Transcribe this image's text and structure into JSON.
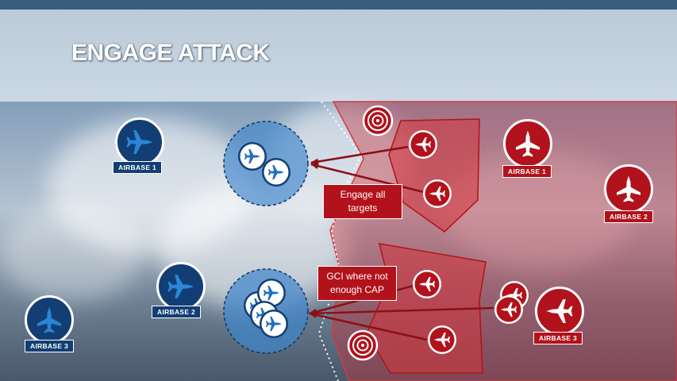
{
  "title": "ENGAGE ATTACK",
  "colors": {
    "blue_dark": "#123e73",
    "blue_zone": "#3f86cc",
    "red": "#b2121b",
    "red_zone": "#d4343c",
    "white": "#ffffff"
  },
  "icons": {
    "aircraft": "fighter-jet-icon",
    "radar": "radar-icon"
  },
  "blue_airbases": [
    {
      "label": "AIRBASE 1"
    },
    {
      "label": "AIRBASE 2"
    },
    {
      "label": "AIRBASE 3"
    }
  ],
  "red_airbases": [
    {
      "label": "AIRBASE 1"
    },
    {
      "label": "AIRBASE 2"
    },
    {
      "label": "AIRBASE 3"
    }
  ],
  "callouts": {
    "engage": "Engage all targets",
    "gci": "GCI where not enough CAP"
  }
}
